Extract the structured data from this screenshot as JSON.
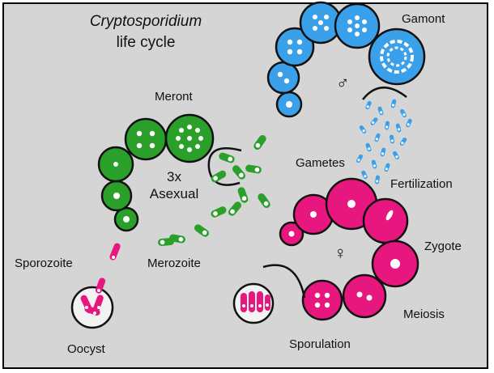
{
  "title": {
    "line1": "Cryptosporidium",
    "line2": "life cycle"
  },
  "center_label": {
    "line1": "3x",
    "line2": "Asexual"
  },
  "stages": {
    "gamont": "Gamont",
    "meront": "Meront",
    "gametes": "Gametes",
    "fertilization": "Fertilization",
    "zygote": "Zygote",
    "meiosis": "Meiosis",
    "sporulation": "Sporulation",
    "sporozoite": "Sporozoite",
    "merozoite": "Merozoite",
    "oocyst": "Oocyst"
  },
  "symbols": {
    "male": "♂",
    "female": "♀"
  },
  "colors": {
    "background": "#d5d5d5",
    "asexual": "#2aa02a",
    "male": "#3aa0ea",
    "female": "#e8177f",
    "outline": "#111111"
  }
}
